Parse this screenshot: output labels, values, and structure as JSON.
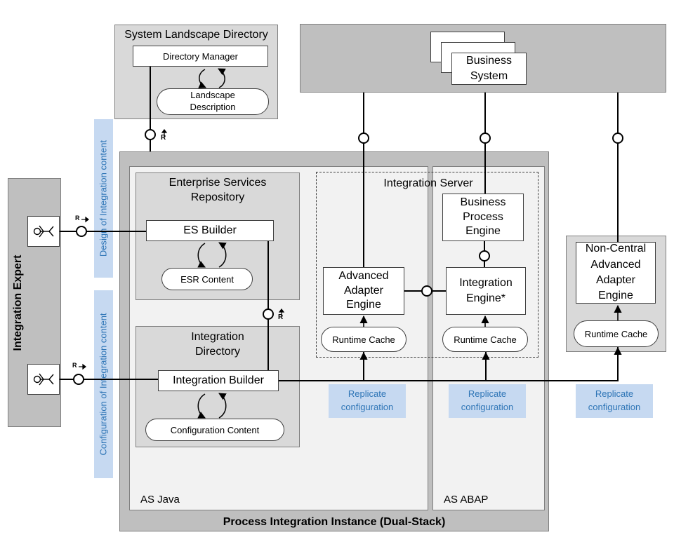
{
  "sld": {
    "title": "System Landscape Directory",
    "directory_manager": "Directory Manager",
    "landscape_description": "Landscape\nDescription"
  },
  "business_system": {
    "label": "Business\nSystem"
  },
  "expert": {
    "label": "Integration Expert"
  },
  "side_labels": {
    "design": "Design of Integration content",
    "configuration": "Configuration of Integration content"
  },
  "pi": {
    "title": "Process Integration Instance (Dual-Stack)",
    "as_java": "AS Java",
    "as_abap": "AS ABAP",
    "esr": {
      "title": "Enterprise Services\nRepository",
      "builder": "ES Builder",
      "content": "ESR Content"
    },
    "id": {
      "title": "Integration\nDirectory",
      "builder": "Integration Builder",
      "content": "Configuration Content"
    },
    "integration_server": "Integration Server",
    "aae": "Advanced\nAdapter\nEngine",
    "runtime_cache": "Runtime Cache",
    "bpe": "Business\nProcess\nEngine",
    "ie": "Integration\nEngine*"
  },
  "non_central": {
    "label": "Non-Central\nAdvanced\nAdapter\nEngine",
    "runtime_cache": "Runtime Cache"
  },
  "replicate": {
    "label": "Replicate\nconfiguration"
  },
  "r_marker": "R",
  "colors": {
    "blue_label_bg": "#c6d9f1",
    "blue_label_text": "#2e75b6"
  }
}
